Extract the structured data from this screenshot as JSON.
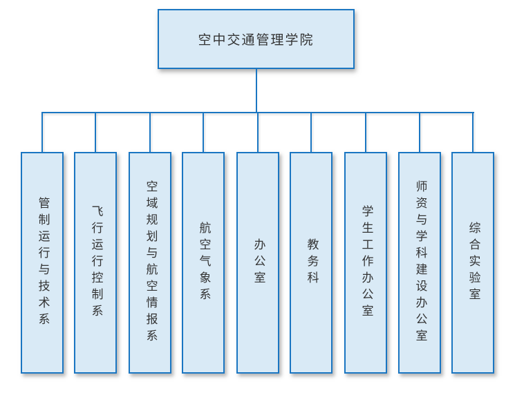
{
  "colors": {
    "box_fill": "#d9eaf6",
    "box_border": "#1a76c2",
    "connector_line": "#1a76c2",
    "text": "#333333",
    "background": "#ffffff"
  },
  "org_chart": {
    "root": {
      "label": "空中交通管理学院"
    },
    "departments": [
      {
        "label": "管制运行与技术系"
      },
      {
        "label": "飞行运行控制系"
      },
      {
        "label": "空域规划与航空情报系"
      },
      {
        "label": "航空气象系"
      },
      {
        "label": "办公室"
      },
      {
        "label": "教务科"
      },
      {
        "label": "学生工作办公室"
      },
      {
        "label": "师资与学科建设办公室"
      },
      {
        "label": "综合实验室"
      }
    ]
  }
}
